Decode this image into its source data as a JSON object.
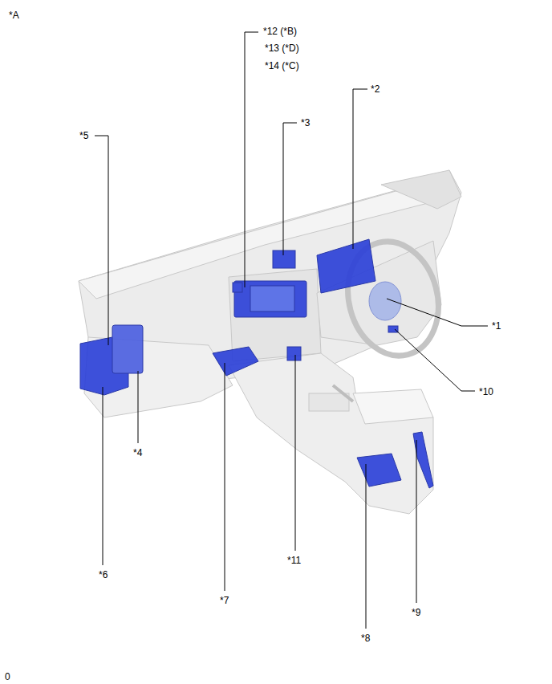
{
  "diagram": {
    "labels": [
      "*A",
      "*12 (*B)",
      "*13 (*D)",
      "*14 (*C)",
      "*5",
      "*3",
      "*2",
      "*1",
      "*10",
      "*4",
      "*6",
      "*7",
      "*11",
      "*9",
      "*8",
      "0"
    ]
  }
}
